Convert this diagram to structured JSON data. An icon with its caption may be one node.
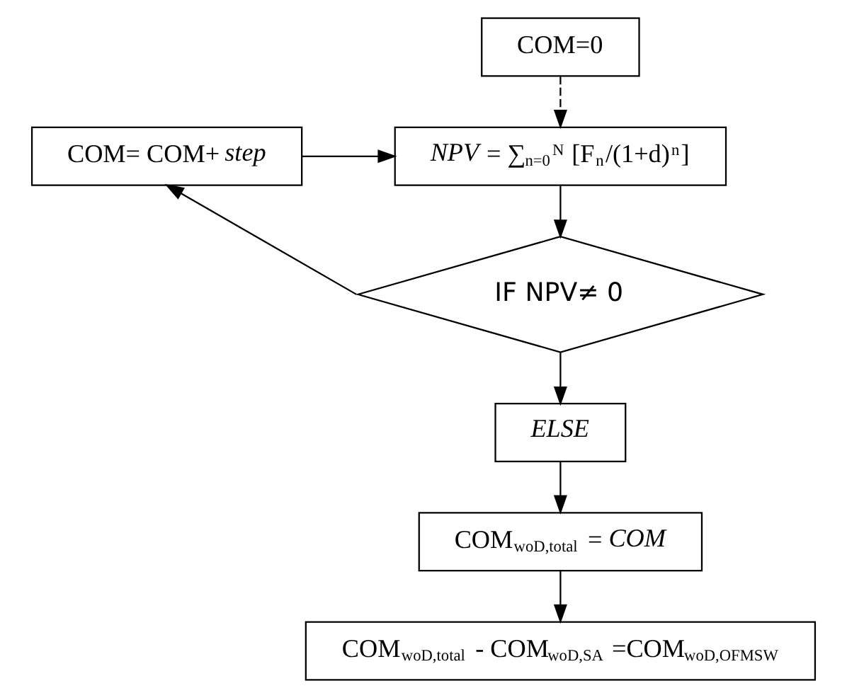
{
  "diagram": {
    "nodes": [
      {
        "text": [
          "COM=0"
        ]
      },
      {
        "text": [
          "COM= COM+ *step*"
        ]
      },
      {
        "text": [
          "*NPV* = ∑$_{n=0}$$^{N}$ [F$_{n}$/(1+d)$^{n}$]"
        ]
      },
      {
        "text": [
          "IF NPV≠ 0"
        ]
      },
      {
        "text": [
          "ELSE"
        ]
      },
      {
        "text": [
          "COM$_{woD,total}$ = *COM*"
        ]
      },
      {
        "text": [
          "COM$_{woD,total}$ - COM$_{woD,SA}$ =COM$_{woD,OFMSW}$"
        ]
      }
    ],
    "edges": [
      {
        "from": 0,
        "to": 2,
        "arrow": "to",
        "style": "dashed"
      },
      {
        "from": 1,
        "to": 2,
        "arrow": "to"
      },
      {
        "from": 2,
        "to": 3,
        "arrow": "to"
      },
      {
        "from": 3,
        "to": 1,
        "arrow": "to"
      },
      {
        "from": 3,
        "to": 4,
        "arrow": "to"
      },
      {
        "from": 4,
        "to": 5,
        "arrow": "to"
      },
      {
        "from": 5,
        "to": 6,
        "arrow": "to"
      }
    ]
  }
}
